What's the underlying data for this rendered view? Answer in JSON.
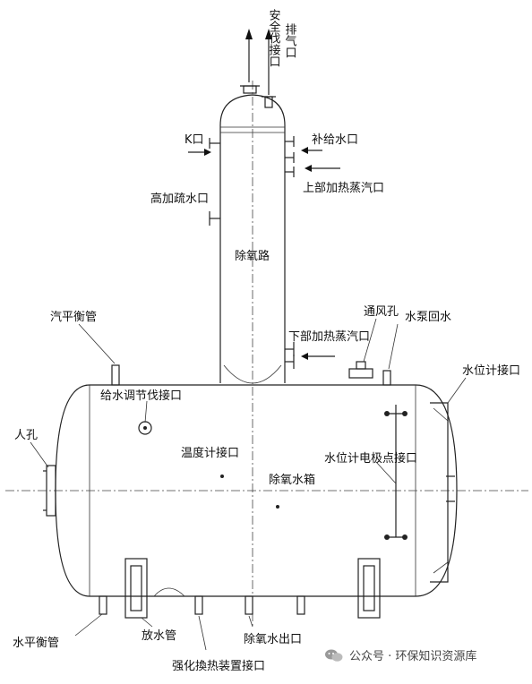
{
  "labels": {
    "safety_valve": "安全伐接口",
    "vent": "排气口",
    "k_port": "K口",
    "makeup_water": "补给水口",
    "upper_steam": "上部加热蒸汽口",
    "hp_drain": "高加疏水口",
    "deaerator": "除氧路",
    "steam_balance": "汽平衡管",
    "lower_steam": "下部加热蒸汽口",
    "vent_hole": "通风孔",
    "pump_return": "水泵回水",
    "level_gauge": "水位计接口",
    "feed_valve": "给水调节伐接口",
    "manhole": "人孔",
    "thermometer": "温度计接口",
    "water_tank": "除氧水箱",
    "electrode": "水位计电极点接口",
    "water_balance": "水平衡管",
    "drain_pipe": "放水管",
    "outlet": "除氧水出口",
    "heating_device": "强化換热装置接口"
  },
  "watermark": {
    "text": "公众号 · 环保知识资源库",
    "icon": "wechat-icon"
  }
}
